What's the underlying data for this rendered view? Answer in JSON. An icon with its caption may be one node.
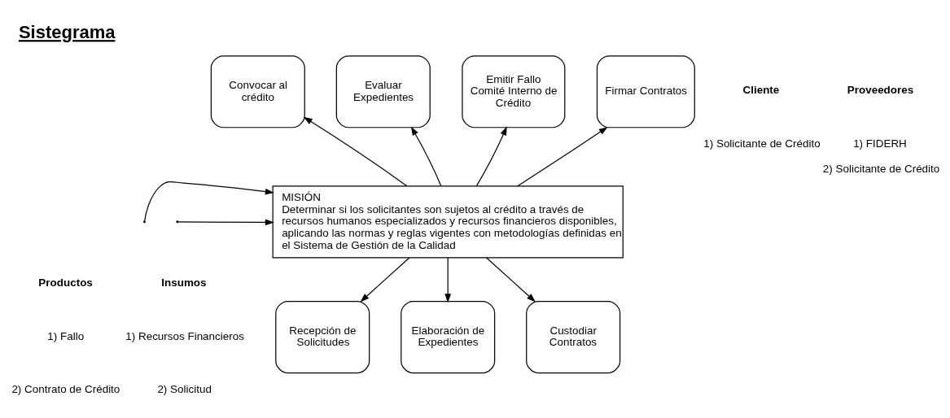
{
  "diagram": {
    "title": "Sistegrama",
    "nodes": [
      {
        "text": [
          "MISIÓN",
          "Determinar si los solicitantes son sujetos al crédito a través de recursos humanos especializados y recursos financieros disponibles, aplicando las normas y reglas vigentes con metodologías definidas en el Sistema de Gestión de la Calidad"
        ]
      },
      {
        "text": [
          "Convocar al crédito"
        ]
      },
      {
        "text": [
          "Evaluar Expedientes"
        ]
      },
      {
        "text": [
          "Emitir Fallo Comité Interno de Crédito"
        ]
      },
      {
        "text": [
          "Firmar Contratos"
        ]
      },
      {
        "text": [
          "Recepción de Solicitudes"
        ]
      },
      {
        "text": [
          "Elaboración de Expedientes"
        ]
      },
      {
        "text": [
          "Custodiar Contratos"
        ]
      }
    ],
    "edges": [
      {
        "from": 0,
        "to": 1,
        "arrow": "to"
      },
      {
        "from": 0,
        "to": 2,
        "arrow": "to"
      },
      {
        "from": 0,
        "to": 3,
        "arrow": "to"
      },
      {
        "from": 0,
        "to": 4,
        "arrow": "to"
      },
      {
        "from": 0,
        "to": 5,
        "arrow": "to"
      },
      {
        "from": 0,
        "to": 6,
        "arrow": "to"
      },
      {
        "from": 0,
        "to": 7,
        "arrow": "to"
      },
      {
        "from": null,
        "to": 0,
        "arrow": "to"
      },
      {
        "from": null,
        "to": 0,
        "arrow": "to"
      }
    ],
    "labels": [
      "Proveedores",
      "1) FIDERH",
      "2) Solicitante de Crédito",
      "Cliente",
      "1) Solicitante de Crédito",
      "Insumos",
      "1) Recursos Financieros",
      "2) Solicitud",
      "Productos",
      "1) Fallo",
      "2) Contrato de Crédito"
    ]
  }
}
